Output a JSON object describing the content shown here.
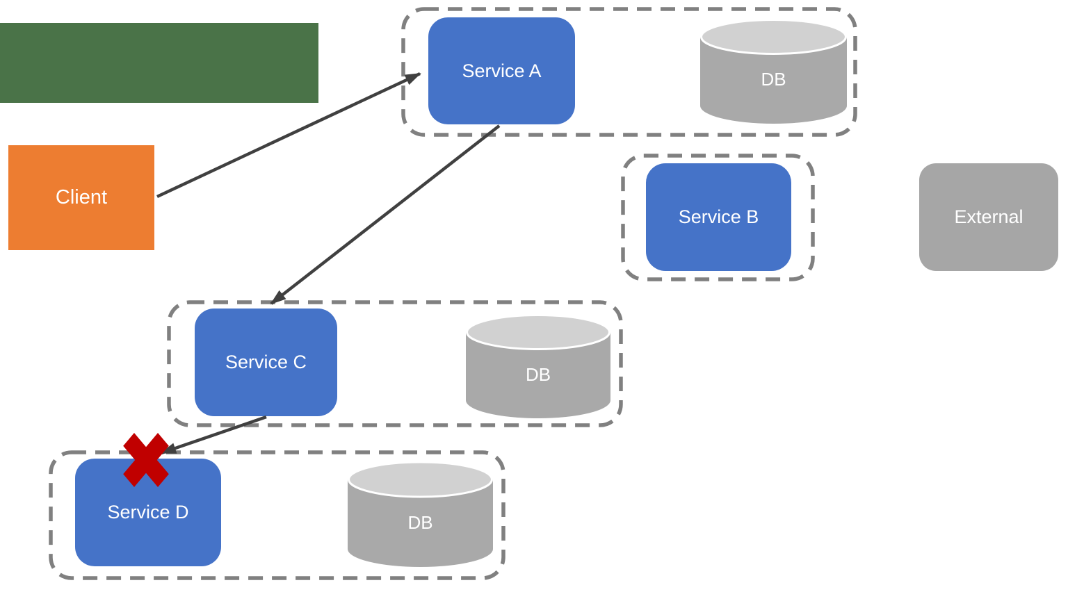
{
  "diagram": {
    "type": "microservices-architecture",
    "nodes": {
      "client": {
        "label": "Client"
      },
      "service_a": {
        "label": "Service A"
      },
      "service_b": {
        "label": "Service B"
      },
      "service_c": {
        "label": "Service C"
      },
      "service_d": {
        "label": "Service D"
      },
      "external": {
        "label": "External"
      },
      "db_a": {
        "label": "DB"
      },
      "db_c": {
        "label": "DB"
      },
      "db_d": {
        "label": "DB"
      }
    },
    "connections": [
      {
        "from": "Client",
        "to": "Service A",
        "status": "ok"
      },
      {
        "from": "Service A",
        "to": "Service C",
        "status": "ok"
      },
      {
        "from": "Service C",
        "to": "Service D",
        "status": "blocked"
      }
    ],
    "blocked_marker": "red-x"
  },
  "colors": {
    "service_blue": "#4573C8",
    "client_orange": "#ED7D31",
    "green_banner": "#4A7348",
    "gray_node": "#A6A6A6",
    "db_body": "#A9A9A9",
    "db_top": "#D1D1D1",
    "dashed_border": "#808080",
    "arrow": "#404040",
    "cross_red": "#C00000"
  }
}
